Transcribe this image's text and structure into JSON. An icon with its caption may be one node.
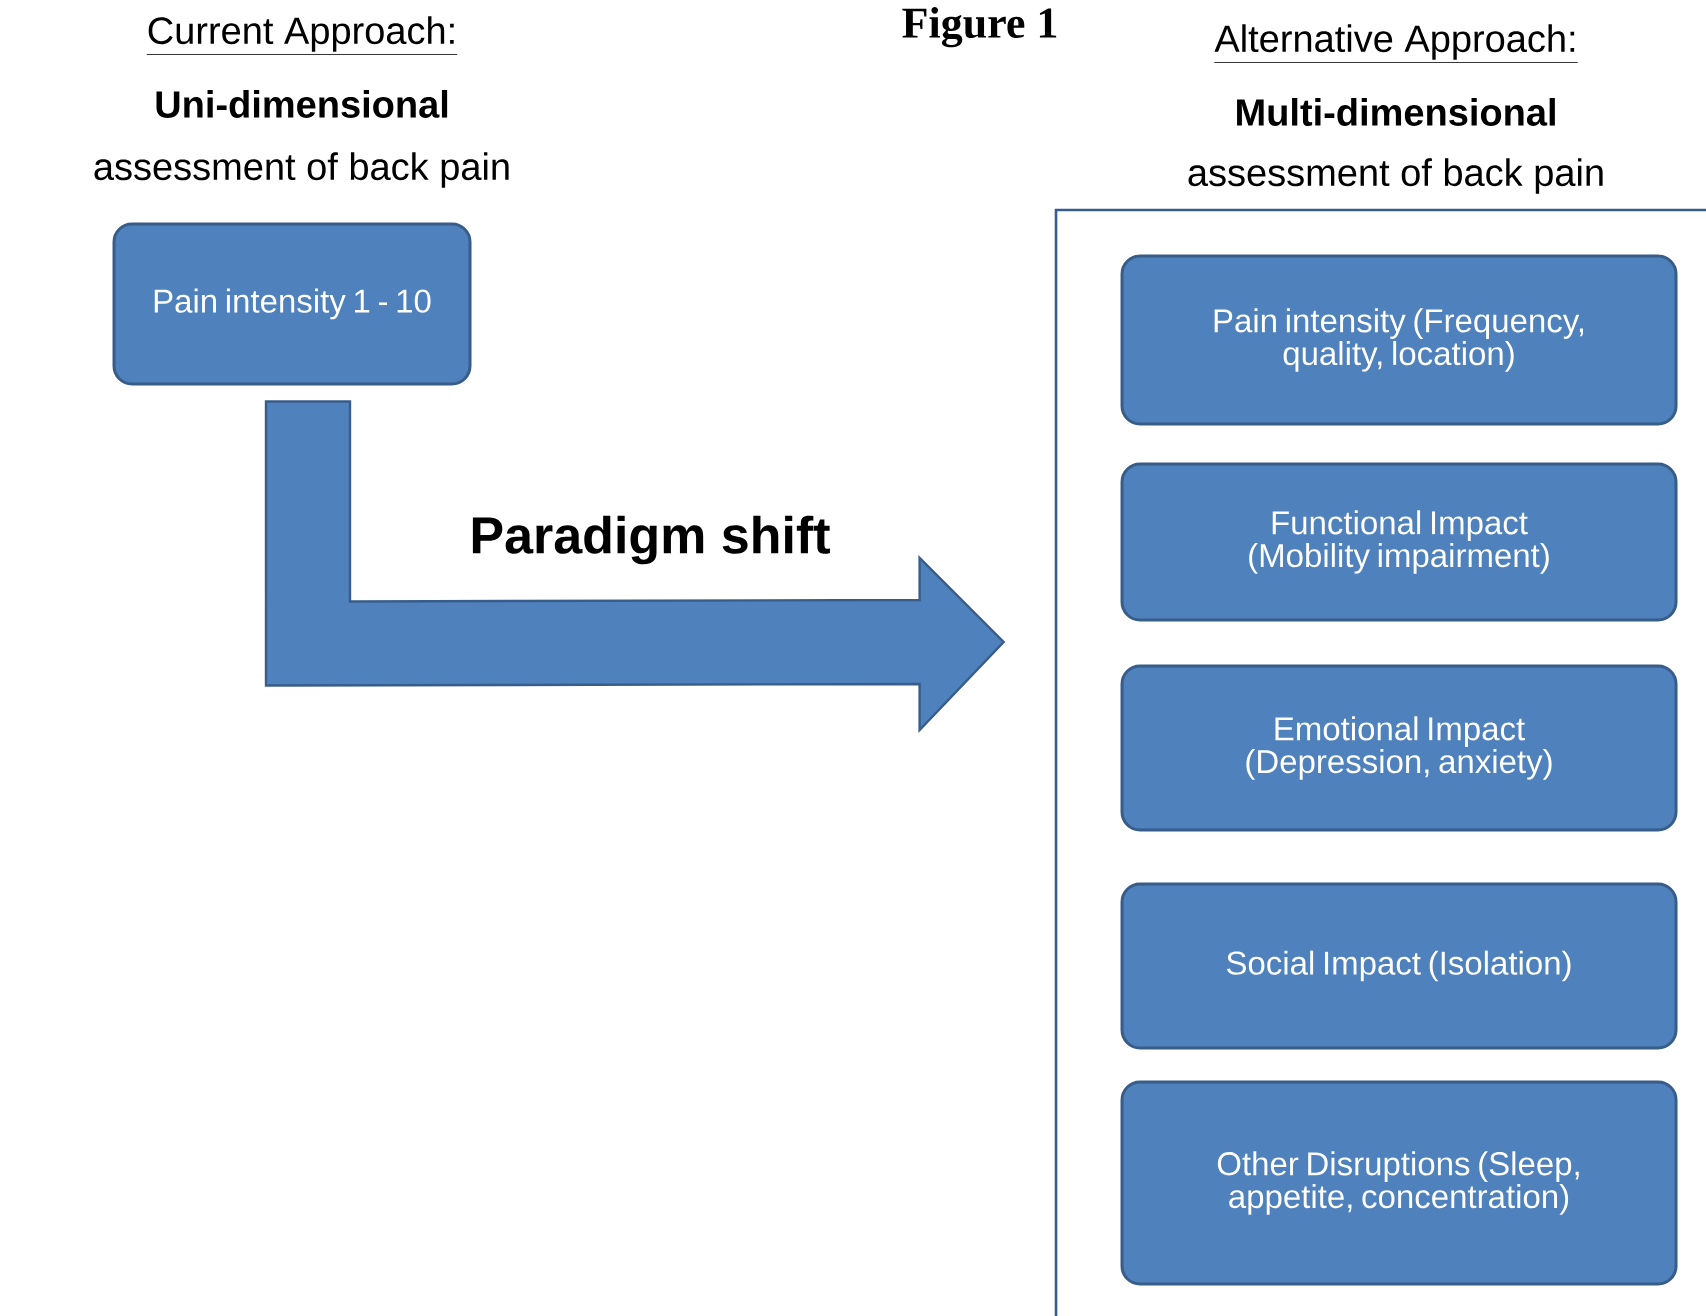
{
  "diagram": {
    "title": "Figure 1",
    "nodes": [
      {
        "text": [
          "Pain intensity 1 - 10"
        ]
      },
      {
        "text": [
          "Alternative Approach:",
          "Multi-dimensional",
          "assessment of back pain"
        ]
      },
      {
        "text": [
          "Pain intensity (Frequency, quality, location)"
        ],
        "in": 1
      },
      {
        "text": [
          "Functional Impact (Mobility impairment)"
        ],
        "in": 1
      },
      {
        "text": [
          "Emotional Impact (Depression, anxiety)"
        ],
        "in": 1
      },
      {
        "text": [
          "Social Impact (Isolation)"
        ],
        "in": 1
      },
      {
        "text": [
          "Other Disruptions (Sleep, appetite, concentration)"
        ],
        "in": 1
      }
    ],
    "edges": [
      {
        "from": 0,
        "to": 1,
        "arrow": "to",
        "label": "Paradigm shift",
        "style": "thick"
      }
    ],
    "labels": [
      "Current Approach:",
      "Uni-dimensional",
      "assessment of back  pain"
    ]
  }
}
